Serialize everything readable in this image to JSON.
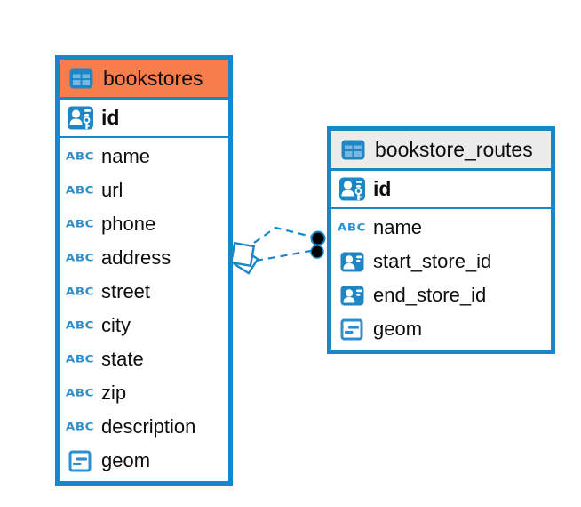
{
  "diagram": {
    "type": "entity-relationship",
    "entities": [
      {
        "title": "bookstores",
        "header_color": "#f87d4c",
        "pk": {
          "name": "id",
          "type": "primary-key"
        },
        "columns": [
          {
            "name": "name",
            "type": "text"
          },
          {
            "name": "url",
            "type": "text"
          },
          {
            "name": "phone",
            "type": "text"
          },
          {
            "name": "address",
            "type": "text"
          },
          {
            "name": "street",
            "type": "text"
          },
          {
            "name": "city",
            "type": "text"
          },
          {
            "name": "state",
            "type": "text"
          },
          {
            "name": "zip",
            "type": "text"
          },
          {
            "name": "description",
            "type": "text"
          },
          {
            "name": "geom",
            "type": "geometry"
          }
        ]
      },
      {
        "title": "bookstore_routes",
        "header_color": "#ececec",
        "pk": {
          "name": "id",
          "type": "primary-key"
        },
        "columns": [
          {
            "name": "name",
            "type": "text"
          },
          {
            "name": "start_store_id",
            "type": "reference"
          },
          {
            "name": "end_store_id",
            "type": "reference"
          },
          {
            "name": "geom",
            "type": "geometry"
          }
        ]
      }
    ],
    "connector": {
      "style": "dashed",
      "color": "#1687c8",
      "left_marker": "tilted-squares",
      "right_marker": "double-black-dot",
      "line_count": 2
    }
  },
  "type_labels": {
    "text": "ABC"
  },
  "colors": {
    "accent_blue": "#1687c8",
    "icon_blue": "#1d86c5",
    "icon_cell_blue": "#79b7e0",
    "header_orange": "#f87d4c",
    "header_gray": "#ececec",
    "text_black": "#0d0d0d",
    "dot_black": "#000000"
  }
}
